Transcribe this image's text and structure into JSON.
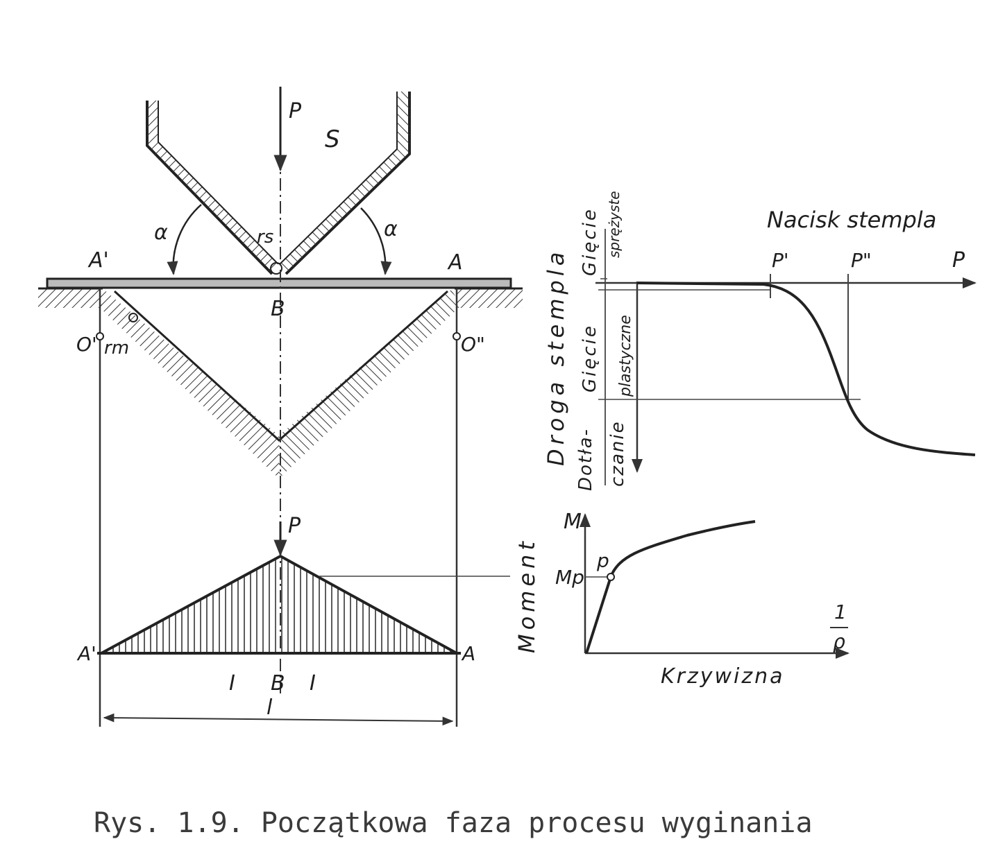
{
  "labels": {
    "force_top": "P",
    "punch": "S",
    "radius_punch": "rs",
    "angle_left": "α",
    "angle_right": "α",
    "point_a_prime": "A'",
    "point_a": "A",
    "point_b": "B",
    "point_o_prime": "O'",
    "point_o_double": "O\"",
    "radius_die": "rm",
    "force_moment": "P",
    "moment_a_prime": "A'",
    "moment_a": "A",
    "moment_b": "B",
    "mark_left": "I",
    "mark_right": "I",
    "span": "l",
    "nacisk": "Nacisk stempla",
    "axis_p": "P",
    "p_prime": "P'",
    "p_double": "P\"",
    "droga": "Droga stempla",
    "giecie_top": "Gięcie",
    "sprezyste": "sprężyste",
    "giecie_mid": "Gięcie",
    "plastyczne": "plastyczne",
    "dotla": "Dotła-",
    "czanie": "czanie",
    "moment": "Moment",
    "axis_m": "M",
    "mp": "Mp",
    "p_yield": "p",
    "inv_num": "1",
    "inv_den": "ρ",
    "krzywizna": "Krzywizna"
  },
  "caption": "Rys. 1.9. Początkowa faza procesu wyginania"
}
